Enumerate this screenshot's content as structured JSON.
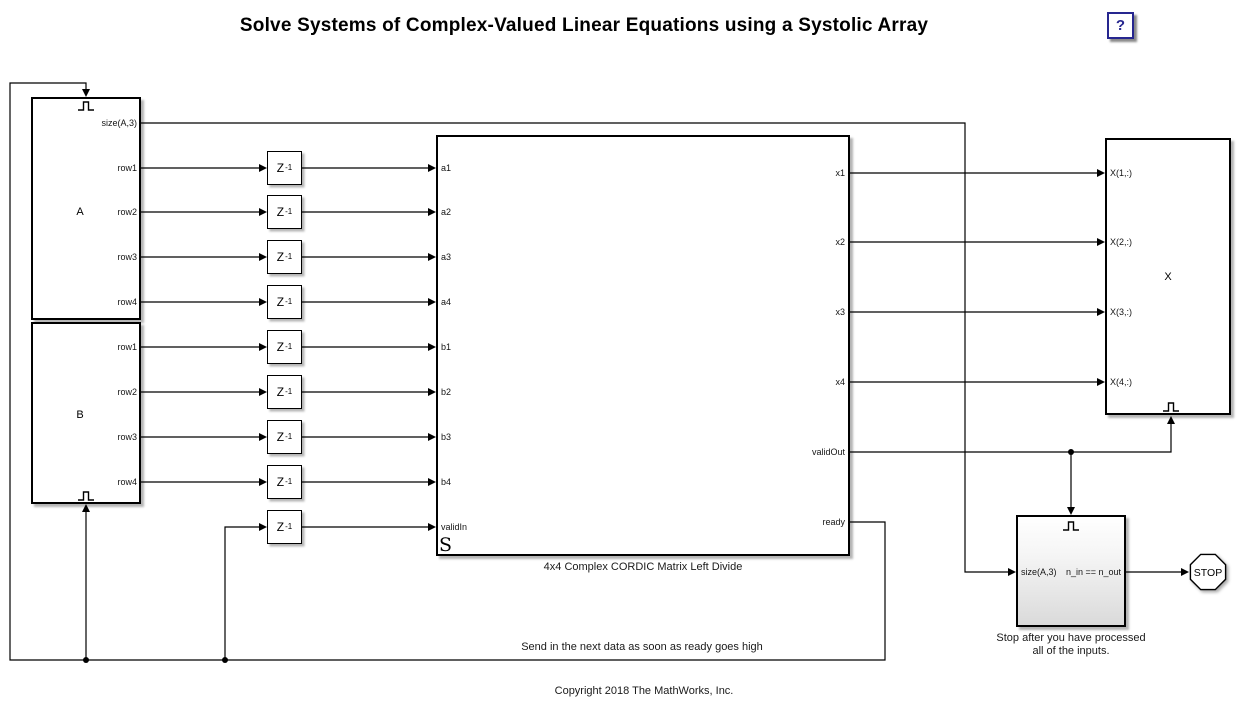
{
  "title": "Solve Systems of Complex-Valued Linear Equations using a Systolic Array",
  "help": {
    "label": "?"
  },
  "source_a": {
    "label": "A",
    "ports": [
      "size(A,3)",
      "row1",
      "row2",
      "row3",
      "row4"
    ]
  },
  "source_b": {
    "label": "B",
    "ports": [
      "row1",
      "row2",
      "row3",
      "row4"
    ]
  },
  "delay": {
    "base": "Z",
    "exp": "-1"
  },
  "solver": {
    "badge": "S",
    "caption": "4x4 Complex CORDIC Matrix Left Divide",
    "inputs": [
      "a1",
      "a2",
      "a3",
      "a4",
      "b1",
      "b2",
      "b3",
      "b4",
      "validIn"
    ],
    "outputs": [
      "x1",
      "x2",
      "x3",
      "x4",
      "validOut",
      "ready"
    ]
  },
  "result_x": {
    "label": "X",
    "ports": [
      "X(1,:)",
      "X(2,:)",
      "X(3,:)",
      "X(4,:)"
    ]
  },
  "stop_subsystem": {
    "input": "size(A,3)",
    "output": "n_in == n_out",
    "caption_line1": "Stop after you have processed",
    "caption_line2": "all of the inputs."
  },
  "stop_block": {
    "label": "STOP"
  },
  "notes": {
    "ready_note": "Send in the next data as soon as ready goes high",
    "copyright": "Copyright 2018 The MathWorks, Inc."
  },
  "colors": {
    "accent_navy": "#26268f",
    "wire": "#000000",
    "block_fill": "#ffffff",
    "gradient_bottom": "#dadada"
  }
}
